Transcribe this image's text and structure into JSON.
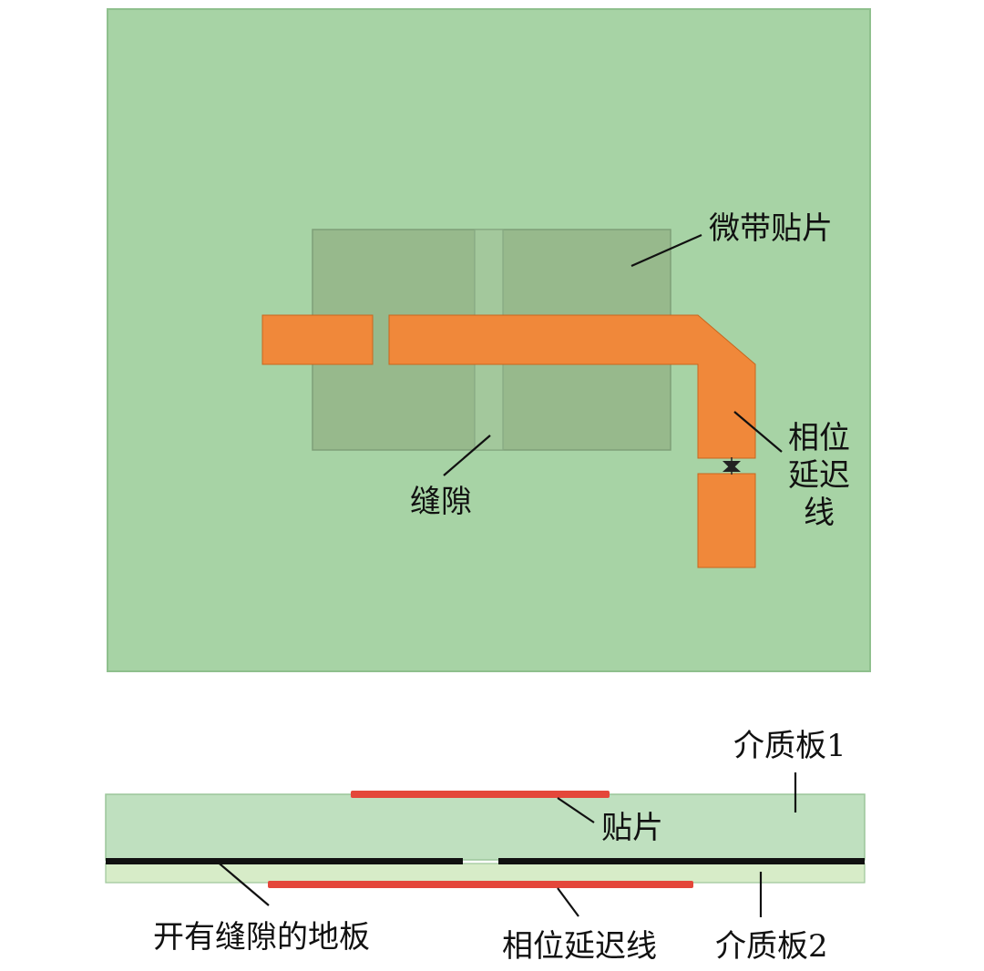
{
  "labels": {
    "patch": "微带贴片",
    "slot": "缝隙",
    "delay_line_top": [
      "相位",
      "延迟",
      "线"
    ],
    "substrate1": "介质板1",
    "patch_side": "贴片",
    "slotted_ground": "开有缝隙的地板",
    "delay_line_side": "相位延迟线",
    "substrate2": "介质板2"
  },
  "colors": {
    "substrate": "#a7d3a5",
    "patch": "#97b98c",
    "slot": "#a3c89c",
    "copper_trace": "#f0883a",
    "side_substrate1": "#bfe0bf",
    "side_substrate2": "#d7ecc8",
    "side_trace": "#e4473a",
    "ground": "#111111"
  }
}
